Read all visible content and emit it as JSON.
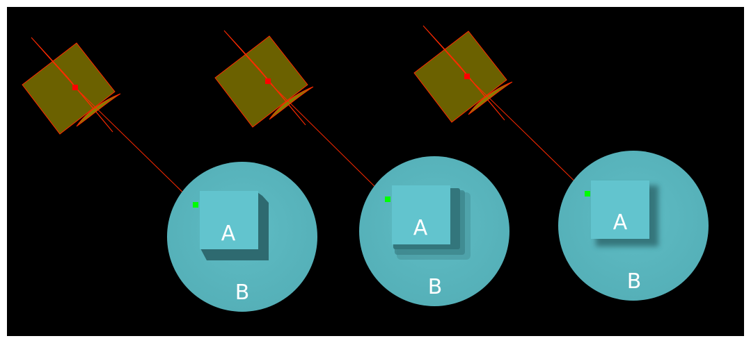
{
  "colors": {
    "background": "#000000",
    "circle": "#5ab6be",
    "square": "#62c4ce",
    "shadow": "#2e6a70",
    "light_fill": "#6b6100",
    "light_outline": "#ff2a00",
    "light_point": "#ff0000",
    "contact_point": "#00ff00",
    "label": "#ffffff"
  },
  "scenes": [
    {
      "square_label": "A",
      "circle_label": "B",
      "shadow_style": "hard"
    },
    {
      "square_label": "A",
      "circle_label": "B",
      "shadow_style": "layered"
    },
    {
      "square_label": "A",
      "circle_label": "B",
      "shadow_style": "soft"
    }
  ]
}
